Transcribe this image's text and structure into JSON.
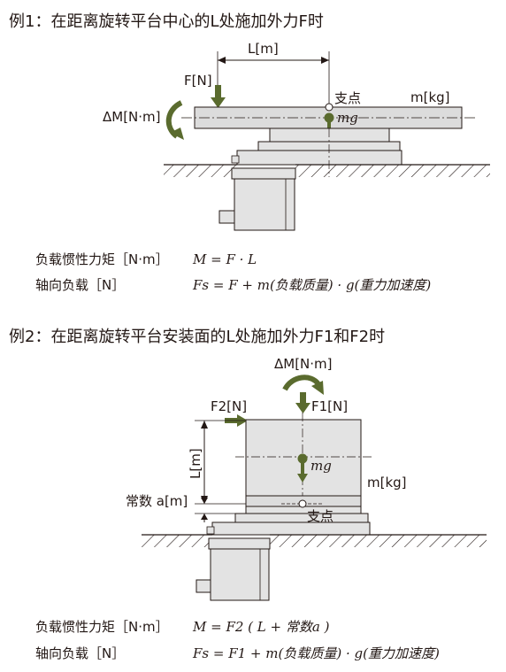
{
  "example1": {
    "title": "例1：在距离旋转平台中心的L处施加外力F时",
    "labels": {
      "distance": "L[m]",
      "force": "F[N]",
      "moment": "ΔM[N·m]",
      "pivot": "支点",
      "mass": "m[kg]",
      "mg": "mg"
    },
    "formulas": [
      {
        "name": "负载惯性力矩［N·m］",
        "expr": "M = F · L"
      },
      {
        "name": "轴向负载［N］",
        "expr": "Fs = F + m(负载质量) · g(重力加速度)"
      }
    ]
  },
  "example2": {
    "title": "例2：在距离旋转平台安装面的L处施加外力F1和F2时",
    "labels": {
      "moment": "ΔM[N·m]",
      "force2": "F2[N]",
      "force1": "F1[N]",
      "distance": "L[m]",
      "mg": "mg",
      "mass": "m[kg]",
      "constant": "常数 a[m]",
      "pivot": "支点"
    },
    "formulas": [
      {
        "name": "负载惯性力矩［N·m］",
        "expr": "M = F2 ( L + 常数a )"
      },
      {
        "name": "轴向负载［N］",
        "expr": "Fs = F1 + m(负载质量) · g(重力加速度)"
      }
    ]
  },
  "colors": {
    "accent": "#5a6b2e",
    "table": "#dcdcdc",
    "body": "#e3e3e3",
    "line": "#231815"
  }
}
